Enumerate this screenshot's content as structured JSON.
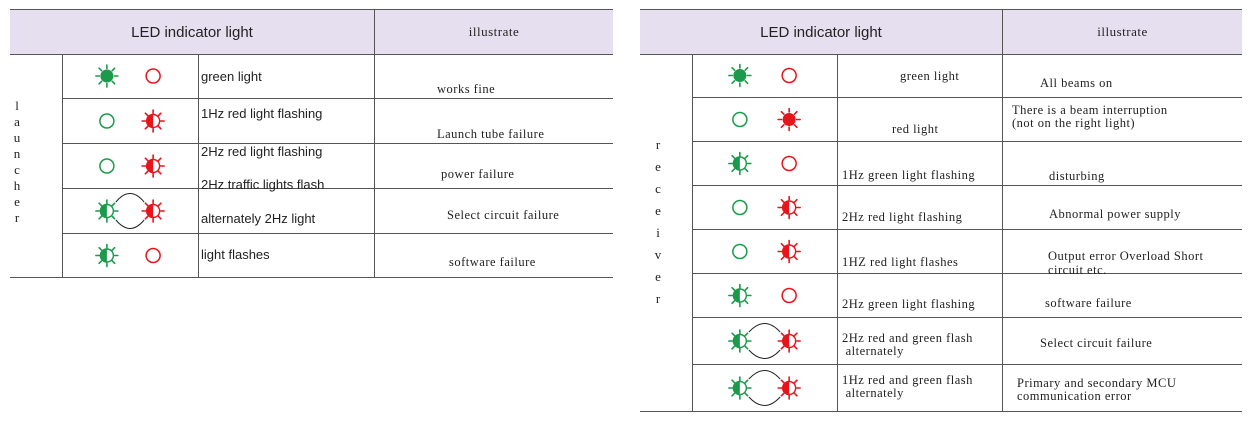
{
  "colors": {
    "green": "#1a9a4a",
    "red": "#e8141c",
    "header_bg": "#e6dff0"
  },
  "launcher": {
    "header": {
      "col1": "LED indicator light",
      "col2": "illustrate"
    },
    "side_label": [
      "l",
      "a",
      "u",
      "n",
      "c",
      "h",
      "e",
      "r"
    ],
    "rows": [
      {
        "leds": "green-on,red-off",
        "lines": [
          "green light"
        ],
        "note": [
          "works fine"
        ]
      },
      {
        "leds": "green-off,red-flash",
        "lines": [
          "1Hz red light flashing"
        ],
        "note": [
          "Launch tube failure"
        ]
      },
      {
        "leds": "green-off,red-flash",
        "lines": [
          "2Hz red light flashing",
          "2Hz traffic lights flash"
        ],
        "note": [
          "power failure"
        ]
      },
      {
        "leds": "green-flash,red-flash,alt",
        "lines": [
          "alternately 2Hz light"
        ],
        "note": [
          "Select circuit failure"
        ]
      },
      {
        "leds": "green-flash,red-off",
        "lines": [
          "light flashes"
        ],
        "note": [
          "software failure"
        ]
      }
    ]
  },
  "receiver": {
    "header": {
      "col1": "LED indicator light",
      "col2": "illustrate"
    },
    "side_label": [
      "r",
      "e",
      "c",
      "e",
      "i",
      "v",
      "e",
      "r"
    ],
    "rows": [
      {
        "leds": "green-on,red-off",
        "lines": [
          "green light"
        ],
        "note": [
          "All beams on"
        ]
      },
      {
        "leds": "green-off,red-on",
        "lines": [
          "red light"
        ],
        "note": [
          "There is a beam interruption",
          "(not on the right light)"
        ]
      },
      {
        "leds": "green-flash,red-off",
        "lines": [
          "1Hz green light flashing"
        ],
        "note": [
          "disturbing"
        ]
      },
      {
        "leds": "green-off,red-flash",
        "lines": [
          "2Hz red light flashing"
        ],
        "note": [
          "Abnormal power supply"
        ]
      },
      {
        "leds": "green-off,red-flash",
        "lines": [
          "1HZ red light flashes"
        ],
        "note": [
          "Output error Overload Short",
          "circuit etc."
        ]
      },
      {
        "leds": "green-flash,red-off",
        "lines": [
          "2Hz green light flashing"
        ],
        "note": [
          "software failure"
        ]
      },
      {
        "leds": "green-flash,red-flash,alt",
        "lines": [
          "2Hz red and green flash",
          " alternately"
        ],
        "note": [
          "Select circuit failure"
        ]
      },
      {
        "leds": "green-flash,red-flash,alt",
        "lines": [
          "1Hz red and green flash",
          " alternately"
        ],
        "note": [
          "Primary and secondary MCU",
          "communication error"
        ]
      }
    ]
  }
}
